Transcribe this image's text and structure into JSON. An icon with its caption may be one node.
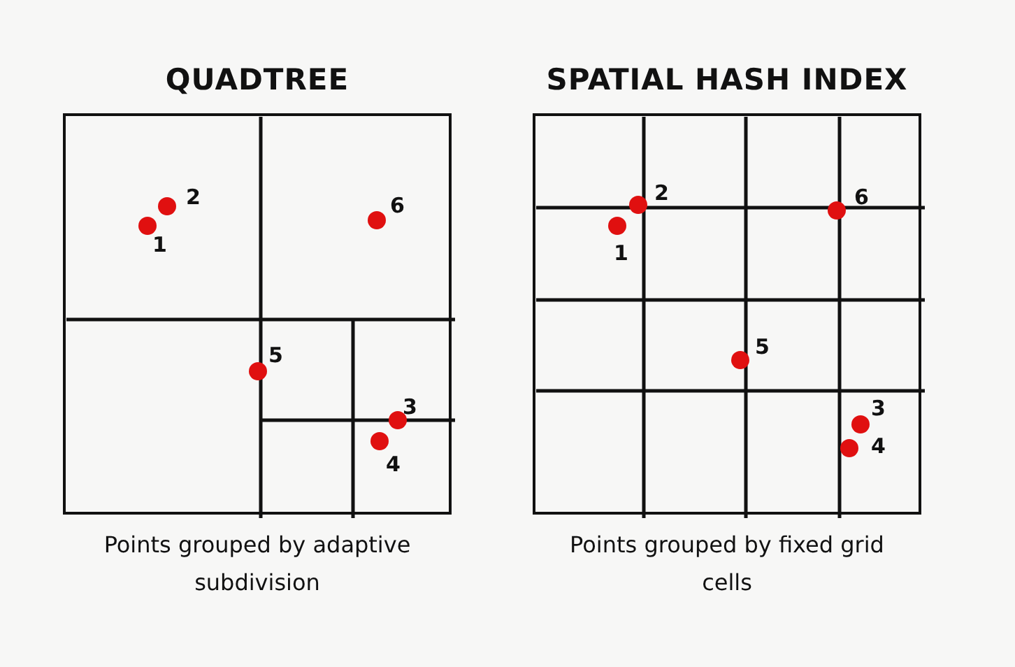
{
  "diagram": {
    "nodes": [
      {
        "text": [
          "QUADTREE"
        ],
        "beside": [
          "Points grouped by adaptive subdivision"
        ]
      },
      {
        "text": [
          "SPATIAL HASH INDEX"
        ],
        "beside": [
          "Points grouped by fixed grid cells"
        ]
      }
    ],
    "labels": [
      "2",
      "1",
      "6",
      "5",
      "3",
      "4",
      "2",
      "1",
      "6",
      "5",
      "3",
      "4"
    ]
  }
}
